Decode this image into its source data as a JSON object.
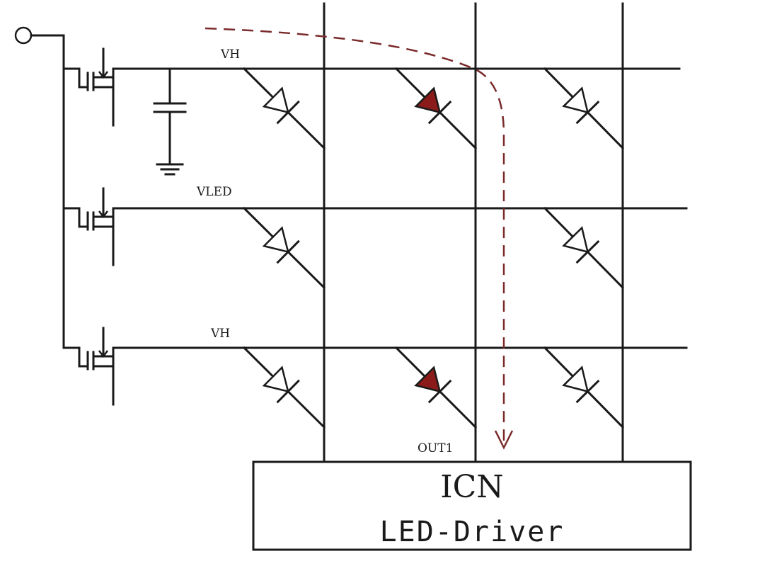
{
  "labels": {
    "row1_supply": "VH",
    "row2_supply": "VLED",
    "row3_supply": "VH",
    "column_output": "OUT1"
  },
  "driver": {
    "title": "ICN",
    "subtitle": "LED-Driver"
  },
  "colors": {
    "line": "#1a1a1a",
    "active_led": "#8b1a1a",
    "current_path": "#7a2a2a"
  },
  "icons": [
    "mosfet-icon",
    "capacitor-icon",
    "ground-icon",
    "led-diode-icon",
    "input-terminal-icon"
  ]
}
